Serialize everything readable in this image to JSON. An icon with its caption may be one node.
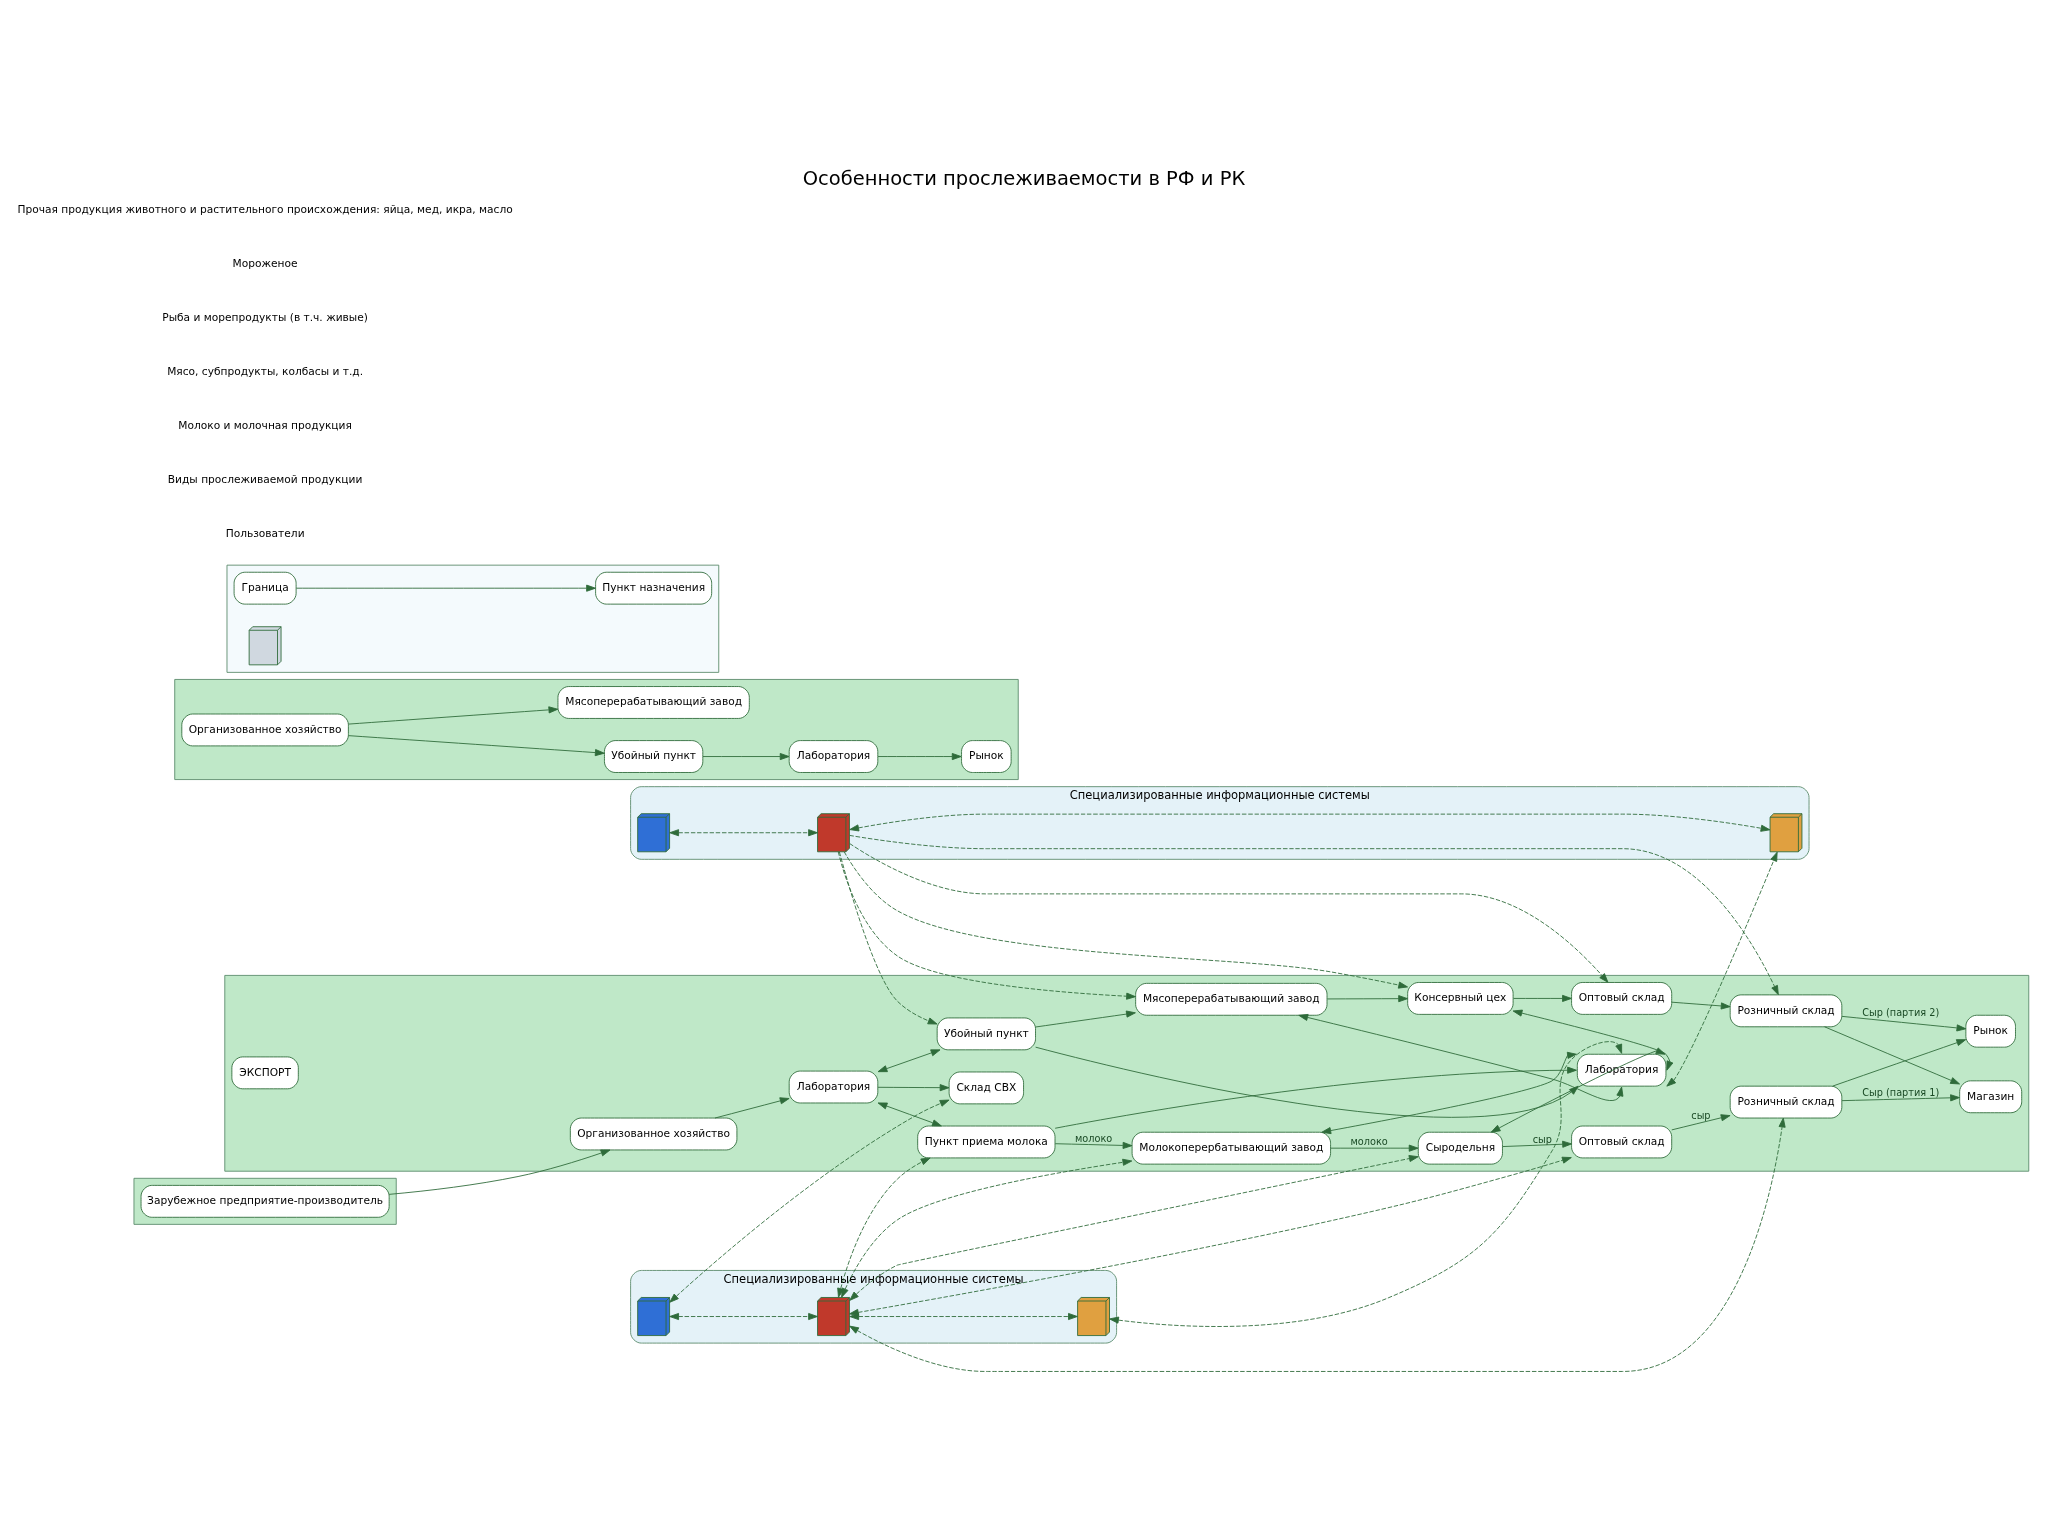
{
  "diagram": {
    "title": "Особенности прослеживаемости в РФ и РК",
    "nodes": [
      {
        "text": [
          "Специализированные информационные системы"
        ]
      },
      {
        "text": [],
        "shape": "picture",
        "in": 0
      },
      {
        "text": [],
        "shape": "picture",
        "in": 0
      },
      {
        "text": [],
        "shape": "picture",
        "in": 0
      },
      {
        "text": [],
        "shape": "box"
      },
      {
        "text": [
          "Зарубежное предприятие-производитель"
        ],
        "in": 4
      },
      {
        "text": [],
        "shape": "box"
      },
      {
        "text": [
          "ЭКСПОРТ"
        ],
        "in": 6
      },
      {
        "text": [
          "Склад СВХ"
        ],
        "in": 6
      },
      {
        "text": [
          "Организованное хозяйство"
        ],
        "in": 6
      },
      {
        "text": [
          "Лаборатория"
        ],
        "in": 6
      },
      {
        "text": [
          "Пункт приема молока"
        ],
        "in": 6
      },
      {
        "text": [
          "Молокоперербатывающий завод"
        ],
        "in": 6
      },
      {
        "text": [
          "Сыродельня"
        ],
        "in": 6
      },
      {
        "text": [
          "Оптовый склад"
        ],
        "in": 6
      },
      {
        "text": [
          "Розничный склад"
        ],
        "in": 6
      },
      {
        "text": [
          "Магазин"
        ],
        "in": 6
      },
      {
        "text": [
          "Рынок"
        ],
        "in": 6
      },
      {
        "text": [
          "Лаборатория"
        ],
        "in": 6
      },
      {
        "text": [
          "Убойный пункт"
        ],
        "in": 6
      },
      {
        "text": [
          "Мясоперерабатывающий завод"
        ],
        "in": 6
      },
      {
        "text": [
          "Консервный цех"
        ],
        "in": 6
      },
      {
        "text": [
          "Оптовый склад"
        ],
        "in": 6
      },
      {
        "text": [
          "Розничный склад"
        ],
        "in": 6
      },
      {
        "text": [
          "Специализированные информационные системы"
        ]
      },
      {
        "text": [],
        "shape": "picture",
        "in": 24
      },
      {
        "text": [],
        "shape": "picture",
        "in": 24
      },
      {
        "text": [],
        "shape": "picture",
        "in": 24
      },
      {
        "text": [],
        "shape": "box"
      },
      {
        "text": [
          "Организованное хозяйство"
        ],
        "in": 28
      },
      {
        "text": [
          "Убойный пункт"
        ],
        "in": 28
      },
      {
        "text": [
          "Мясоперерабатывающий завод"
        ],
        "in": 28
      },
      {
        "text": [
          "Лаборатория"
        ],
        "in": 28
      },
      {
        "text": [
          "Рынок"
        ],
        "in": 28
      },
      {
        "text": [],
        "shape": "box"
      },
      {
        "text": [
          "Граница"
        ],
        "in": 34
      },
      {
        "text": [],
        "shape": "picture",
        "in": 34
      },
      {
        "text": [
          "Пункт назначения"
        ],
        "in": 34
      }
    ],
    "edges": [
      {
        "from": 1,
        "to": 2,
        "arrow": "both",
        "style": "dashed"
      },
      {
        "from": 2,
        "to": 3,
        "arrow": "both",
        "style": "dashed"
      },
      {
        "from": 1,
        "to": 8,
        "arrow": "both",
        "style": "dashed"
      },
      {
        "from": 2,
        "to": 11,
        "arrow": "both",
        "style": "dashed"
      },
      {
        "from": 2,
        "to": 12,
        "arrow": "both",
        "style": "dashed"
      },
      {
        "from": 2,
        "to": 13,
        "arrow": "both",
        "style": "dashed"
      },
      {
        "from": 2,
        "to": 14,
        "arrow": "both",
        "style": "dashed"
      },
      {
        "from": 2,
        "to": 15,
        "arrow": "both",
        "style": "dashed"
      },
      {
        "from": 3,
        "to": 18,
        "arrow": "both",
        "style": "dashed"
      },
      {
        "from": 5,
        "to": 9,
        "arrow": "to"
      },
      {
        "from": 9,
        "to": 10,
        "arrow": "to"
      },
      {
        "from": 10,
        "to": 8,
        "arrow": "to"
      },
      {
        "from": 10,
        "to": 11,
        "arrow": "both"
      },
      {
        "from": 10,
        "to": 19,
        "arrow": "both"
      },
      {
        "from": 11,
        "to": 12,
        "label": "молоко",
        "arrow": "to"
      },
      {
        "from": 12,
        "to": 13,
        "label": "молоко",
        "arrow": "to"
      },
      {
        "from": 13,
        "to": 14,
        "label": "сыр",
        "arrow": "to"
      },
      {
        "from": 14,
        "to": 15,
        "label": "сыр",
        "arrow": "to"
      },
      {
        "from": 11,
        "to": 18,
        "arrow": "to"
      },
      {
        "from": 19,
        "to": 18,
        "arrow": "to"
      },
      {
        "from": 12,
        "to": 18,
        "arrow": "both"
      },
      {
        "from": 13,
        "to": 18,
        "arrow": "both"
      },
      {
        "from": 20,
        "to": 18,
        "arrow": "both"
      },
      {
        "from": 21,
        "to": 18,
        "arrow": "both"
      },
      {
        "from": 15,
        "to": 16,
        "label": "Сыр (партия 1)",
        "arrow": "to"
      },
      {
        "from": 15,
        "to": 17,
        "arrow": "to"
      },
      {
        "from": 23,
        "to": 16,
        "arrow": "to"
      },
      {
        "from": 23,
        "to": 17,
        "label": "Сыр (партия 2)",
        "arrow": "to"
      },
      {
        "from": 19,
        "to": 20,
        "arrow": "to"
      },
      {
        "from": 20,
        "to": 21,
        "arrow": "to"
      },
      {
        "from": 21,
        "to": 22,
        "arrow": "to"
      },
      {
        "from": 22,
        "to": 23,
        "arrow": "to"
      },
      {
        "from": 25,
        "to": 26,
        "arrow": "both",
        "style": "dashed"
      },
      {
        "from": 26,
        "to": 27,
        "arrow": "both",
        "style": "dashed"
      },
      {
        "from": 26,
        "to": 19,
        "arrow": "to",
        "style": "dashed"
      },
      {
        "from": 26,
        "to": 20,
        "arrow": "to",
        "style": "dashed"
      },
      {
        "from": 26,
        "to": 21,
        "arrow": "to",
        "style": "dashed"
      },
      {
        "from": 26,
        "to": 22,
        "arrow": "to",
        "style": "dashed"
      },
      {
        "from": 26,
        "to": 23,
        "arrow": "to",
        "style": "dashed"
      },
      {
        "from": 18,
        "to": 27,
        "arrow": "both",
        "style": "dashed"
      },
      {
        "from": 29,
        "to": 31,
        "arrow": "to"
      },
      {
        "from": 29,
        "to": 30,
        "arrow": "to"
      },
      {
        "from": 30,
        "to": 32,
        "arrow": "to"
      },
      {
        "from": 32,
        "to": 33,
        "arrow": "to"
      },
      {
        "from": 35,
        "to": 37,
        "arrow": "to"
      }
    ],
    "labels": [
      "Пользователи",
      "Виды прослеживаемой продукции",
      "Молоко и молочная продукция",
      "Мясо, субпродукты, колбасы и т.д.",
      "Рыба и морепродукты (в т.ч. живые)",
      "Мороженое",
      "Прочая продукция животного и растительного происхождения: яйца, мед, икра, масло"
    ]
  }
}
